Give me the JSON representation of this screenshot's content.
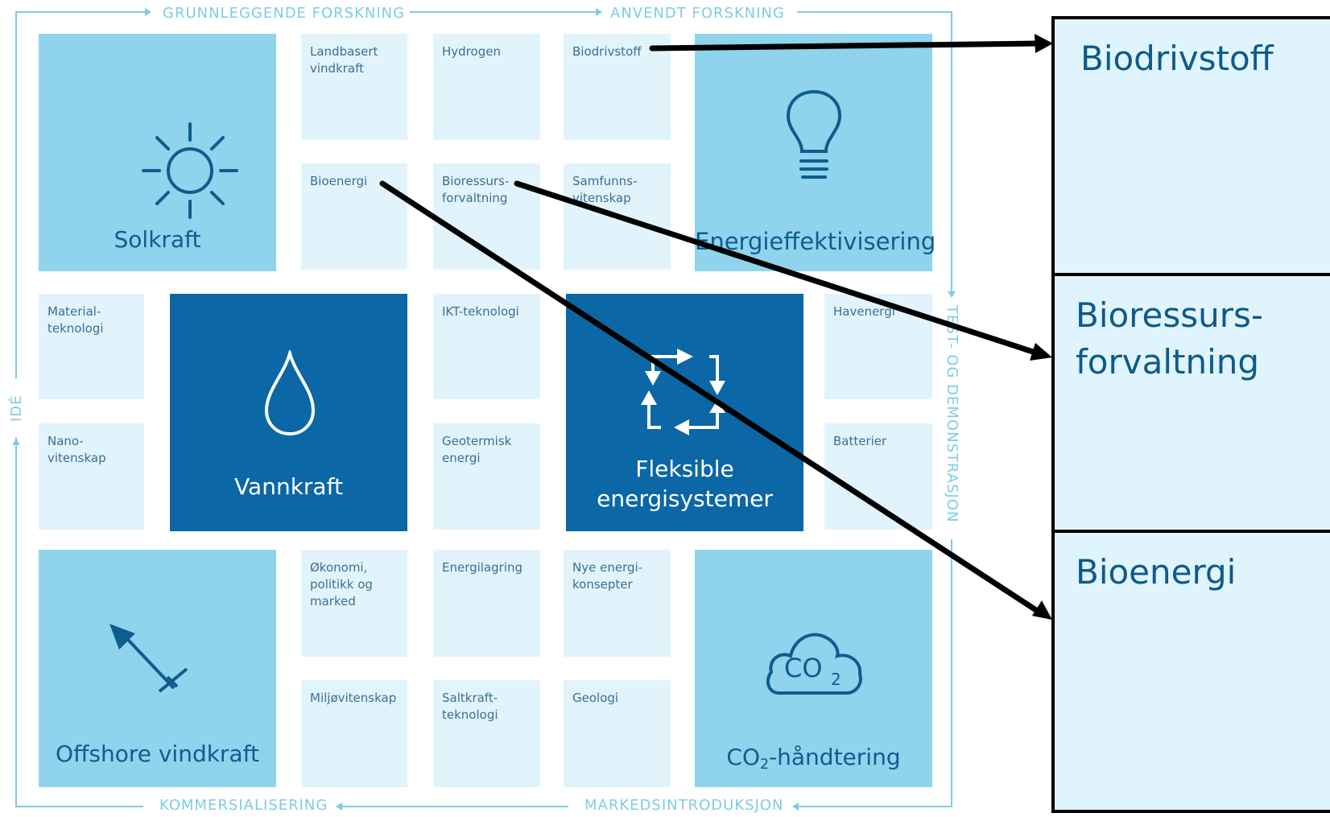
{
  "process": {
    "top_left": "GRUNNLEGGENDE FORSKNING",
    "top_right": "ANVENDT FORSKNING",
    "right": "TEST- OG DEMONSTRASJON",
    "bottom_right": "MARKEDSINTRODUKSJON",
    "bottom_left": "KOMMERSIALISERING",
    "left": "IDÉ"
  },
  "focus_areas": {
    "solkraft": "Solkraft",
    "energieffektivisering": "Energieffektivisering",
    "vannkraft": "Vannkraft",
    "fleksible_1": "Fleksible",
    "fleksible_2": "energisystemer",
    "offshore": "Offshore vindkraft",
    "co2_pre": "CO",
    "co2_sub": "2",
    "co2_post": "-håndtering",
    "co2_icon_text": "CO",
    "co2_icon_sub": "2"
  },
  "topics": {
    "landbasert_1": "Landbasert",
    "landbasert_2": "vindkraft",
    "hydrogen": "Hydrogen",
    "biodrivstoff": "Biodrivstoff",
    "bioenergi": "Bioenergi",
    "bioressurs_1": "Bioressurs-",
    "bioressurs_2": "forvaltning",
    "samfunn_1": "Samfunns-",
    "samfunn_2": "vitenskap",
    "material_1": "Material-",
    "material_2": "teknologi",
    "ikt": "IKT-teknologi",
    "havenergi": "Havenergi",
    "nano_1": "Nano-",
    "nano_2": "vitenskap",
    "geotermisk_1": "Geotermisk",
    "geotermisk_2": "energi",
    "batterier": "Batterier",
    "okonomi_1": "Økonomi,",
    "okonomi_2": "politikk og",
    "okonomi_3": "marked",
    "energilagring": "Energilagring",
    "nye_1": "Nye energi-",
    "nye_2": "konsepter",
    "miljo": "Miljøvitenskap",
    "saltkraft_1": "Saltkraft-",
    "saltkraft_2": "teknologi",
    "geologi": "Geologi"
  },
  "callouts": {
    "biodrivstoff": "Biodrivstoff",
    "bioressurs_1": "Bioressurs-",
    "bioressurs_2": "forvaltning",
    "bioenergi": "Bioenergi"
  },
  "colors": {
    "light_tile": "#e1f4fc",
    "mid_tile": "#8fd4ec",
    "dark_tile": "#0b67a5",
    "frame": "#7fcbe6",
    "panel_text": "#0e5a8a"
  },
  "icons": [
    "sun-icon",
    "lightbulb-icon",
    "water-drop-icon",
    "recycle-arrows-icon",
    "wind-turbine-icon",
    "co2-cloud-icon"
  ]
}
